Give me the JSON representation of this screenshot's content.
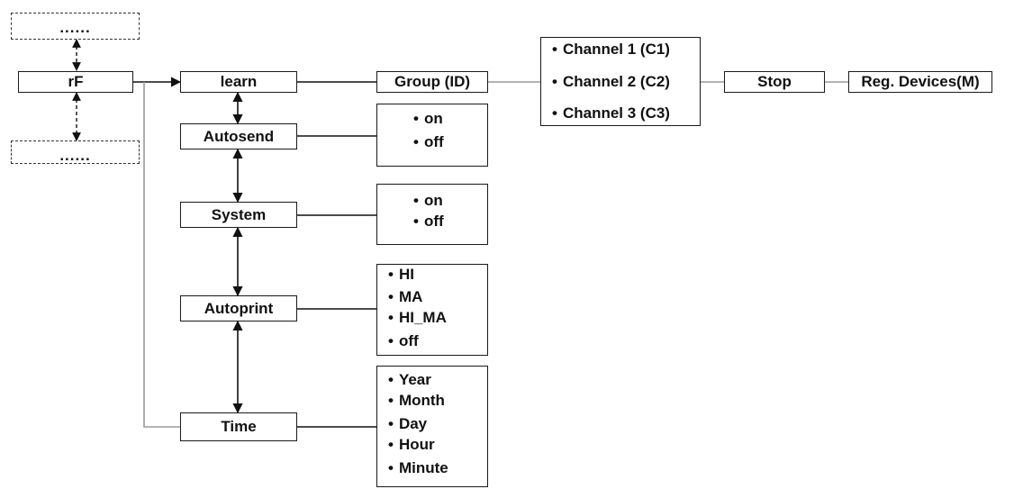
{
  "menu": {
    "root": "rF",
    "sibling_above": "......",
    "sibling_below": "......",
    "items": [
      "learn",
      "Autosend",
      "System",
      "Autoprint",
      "Time"
    ]
  },
  "learn_path": {
    "group": "Group (ID)",
    "channels": [
      "Channel 1 (C1)",
      "Channel 2 (C2)",
      "Channel 3 (C3)"
    ],
    "stop": "Stop",
    "reg_devices": "Reg. Devices(M)"
  },
  "options": {
    "autosend": [
      "on",
      "off"
    ],
    "system": [
      "on",
      "off"
    ],
    "autoprint": [
      "HI",
      "MA",
      "HI_MA",
      "off"
    ],
    "time": [
      "Year",
      "Month",
      "Day",
      "Hour",
      "Minute"
    ]
  }
}
